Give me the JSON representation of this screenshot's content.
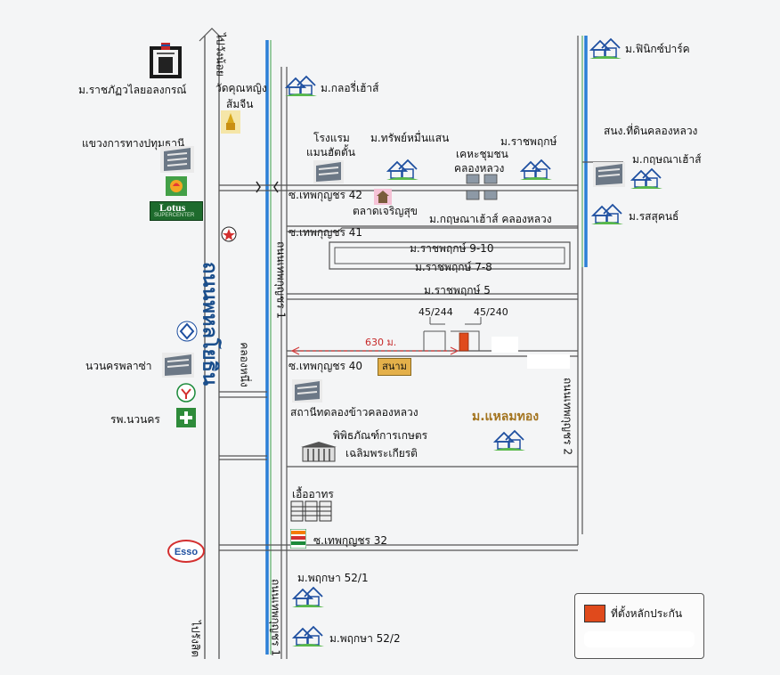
{
  "map": {
    "roads": {
      "phaholyothin": "ถนนพหลโยธิน",
      "thepkunchon1_top": "ถนนเทพกุญชร 1",
      "thepkunchon1_bottom": "ถนนเทพกุญชร 1",
      "thepkunchon2": "ถนนเทพกุญชร 2",
      "khlong_nueng": "คลองหนึ่ง",
      "to_wangnoi": "ไปวังน้อย",
      "to_rangsit": "ไปรังสิต",
      "soi42": "ซ.เทพกุญชร 42",
      "soi41": "ซ.เทพกุญชร 41",
      "soi40": "ซ.เทพกุญชร 40",
      "soi32": "ซ.เทพกุญชร 32",
      "rachaphruek_9_10": "ม.ราชพฤกษ์ 9-10",
      "rachaphruek_7_8": "ม.ราชพฤกษ์ 7-8",
      "rachaphruek_5": "ม.ราชพฤกษ์ 5"
    },
    "places": {
      "rajabhat": "ม.ราชภัฏวไลยอลงกรณ์",
      "wat_line1": "วัดคุณหญิง",
      "wat_line2": "ส้มจีน",
      "glory_house": "ม.กลอรี่เฮ้าส์",
      "highways": "แขวงการทางปทุมธานี",
      "hotel_line1": "โรงแรม",
      "hotel_line2": "แมนฮัตตั้น",
      "sap_muensaen": "ม.ทรัพย์หมื่นแสน",
      "community_line1": "เคหะชุมชน",
      "community_line2": "คลองหลวง",
      "rachaphruek": "ม.ราชพฤกษ์",
      "phoenix_park": "ม.ฟินิกซ์ปาร์ค",
      "land_office": "สนง.ที่ดินคลองหลวง",
      "kritsana_house": "ม.กฤษณาเฮ้าส์",
      "rossukon": "ม.รสสุคนธ์",
      "market": "ตลาดเจริญสุข",
      "kritsana_khlongluang": "ม.กฤษณาเฮ้าส์ คลองหลวง",
      "lotus": "Lotus",
      "lotus_sub": "SUPERCENTER",
      "lot_a": "45/244",
      "lot_b": "45/240",
      "distance": "630 ม.",
      "sanam": "สนาม",
      "nawanakorn_plaza": "นวนครพลาซ่า",
      "rice_station": "สถานีทดลองข้าวคลองหลวง",
      "laem_thong": "ม.แหลมทอง",
      "hospital": "รพ.นวนคร",
      "museum_line1": "พิพิธภัณฑ์การเกษตร",
      "museum_line2": "เฉลิมพระเกียรติ",
      "ua_arthorn": "เอื้ออาทร",
      "esso": "Esso",
      "pruksa_52_1": "ม.พฤกษา 52/1",
      "pruksa_52_2": "ม.พฤกษา 52/2"
    },
    "legend": {
      "collateral": "ที่ตั้งหลักประกัน"
    },
    "colors": {
      "road_line": "#555555",
      "canal": "#2b7fd6",
      "canal_green": "#3aa04a",
      "collateral": "#e04a1c",
      "route": "#d23a3a",
      "sanam_bg": "#e4b04a",
      "laem_thong": "#a3741f"
    }
  }
}
